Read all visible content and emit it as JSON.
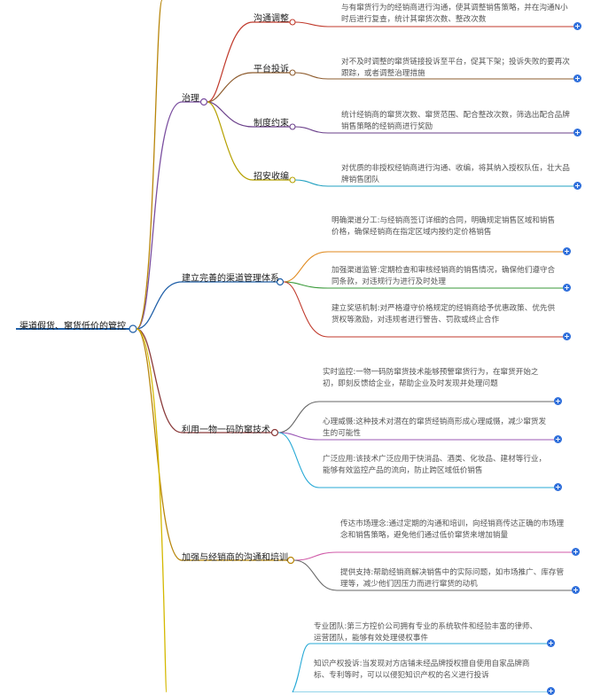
{
  "root": {
    "label": "渠道假货、窜货低价的管控"
  },
  "branches": [
    {
      "label": "治理",
      "children": [
        {
          "label": "沟通调整",
          "leaf": "与有窜货行为的经销商进行沟通，使其调整销售策略，并在沟通N小时后进行复查，统计其窜货次数、整改次数"
        },
        {
          "label": "平台投诉",
          "leaf": "对不及时调整的窜货链接投诉至平台，促其下架；投诉失败的要再次跟踪，或者调整治理措施"
        },
        {
          "label": "制度约束",
          "leaf": "统计经销商的窜货次数、窜货范围、配合整改次数，筛选出配合品牌销售策略的经销商进行奖励"
        },
        {
          "label": "招安收编",
          "leaf": "对优质的非授权经销商进行沟通、收编，将其纳入授权队伍，壮大品牌销售团队"
        }
      ]
    },
    {
      "label": "建立完善的渠道管理体系",
      "leaves": [
        "明确渠道分工:与经销商签订详细的合同，明确规定销售区域和销售价格，确保经销商在指定区域内按约定价格销售",
        "加强渠道监管:定期检查和审核经销商的销售情况，确保他们遵守合同条款，对违规行为进行及时处理",
        "建立奖惩机制:对严格遵守价格规定的经销商给予优惠政策、优先供货权等激励，对违规者进行警告、罚款或终止合作"
      ]
    },
    {
      "label": "利用一物一码防窜技术",
      "leaves": [
        "实时监控:一物一码防窜货技术能够预警窜货行为，在窜货开始之初，即刻反馈给企业，帮助企业及时发现并处理问题",
        "心理威慑:这种技术对潜在的窜货经销商形成心理威慑，减少窜货发生的可能性",
        "广泛应用:该技术广泛应用于快消品、酒类、化妆品、建材等行业，能够有效监控产品的流向，防止跨区域低价销售"
      ]
    },
    {
      "label": "加强与经销商的沟通和培训",
      "leaves": [
        "传达市场理念:通过定期的沟通和培训，向经销商传达正确的市场理念和销售策略，避免他们通过低价窜货来增加销量",
        "提供支持:帮助经销商解决销售中的实际问题，如市场推广、库存管理等，减少他们因压力而进行窜货的动机"
      ]
    },
    {
      "label": "",
      "leaves": [
        "专业团队:第三方控价公司拥有专业的系统软件和经验丰富的律师、运营团队，能够有效处理侵权事件",
        "知识产权投诉:当发现对方店铺未经品牌授权擅自使用自家品牌商标、专利等时，可以以侵犯知识产权的名义进行投诉"
      ]
    }
  ],
  "expand_symbol": "+",
  "colors": {
    "root_line": "#1f5fa8",
    "branch_zhili": "#7b4fa0",
    "branch_tixi": "#1f5fa8",
    "branch_yiwu": "#8a3a3a",
    "branch_goutong": "#b8860b",
    "leaf_a": "#c0392b",
    "leaf_b": "#8e5c2e",
    "leaf_c": "#6a3f8a",
    "leaf_d": "#b5a000",
    "leaf_e": "#20a0c0",
    "leaf_orange": "#e08a1e",
    "leaf_green": "#3a9a3a",
    "leaf_red": "#c0392b",
    "leaf_gray": "#666666",
    "leaf_purple": "#9b59b6",
    "leaf_cyan": "#27a9d6",
    "leaf_pink": "#d05aa8",
    "plus_blue": "#2f6fdb"
  }
}
